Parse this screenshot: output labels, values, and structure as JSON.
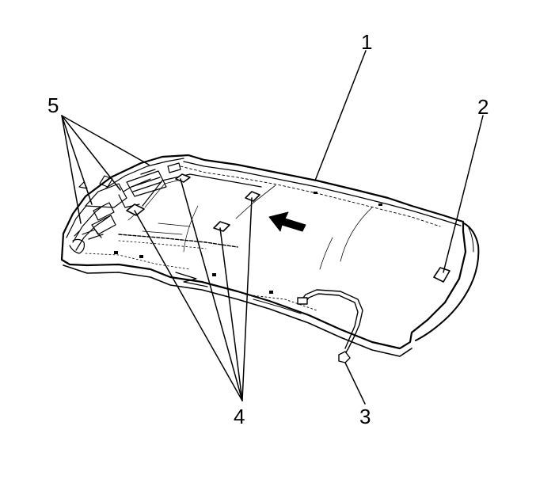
{
  "callouts": {
    "c1": "1",
    "c2": "2",
    "c3": "3",
    "c4": "4",
    "c5": "5"
  },
  "colors": {
    "line": "#000000",
    "panel": "#ffffff",
    "background": "#ffffff"
  },
  "icons": {
    "direction_arrow": "arrow-left-up-icon"
  }
}
